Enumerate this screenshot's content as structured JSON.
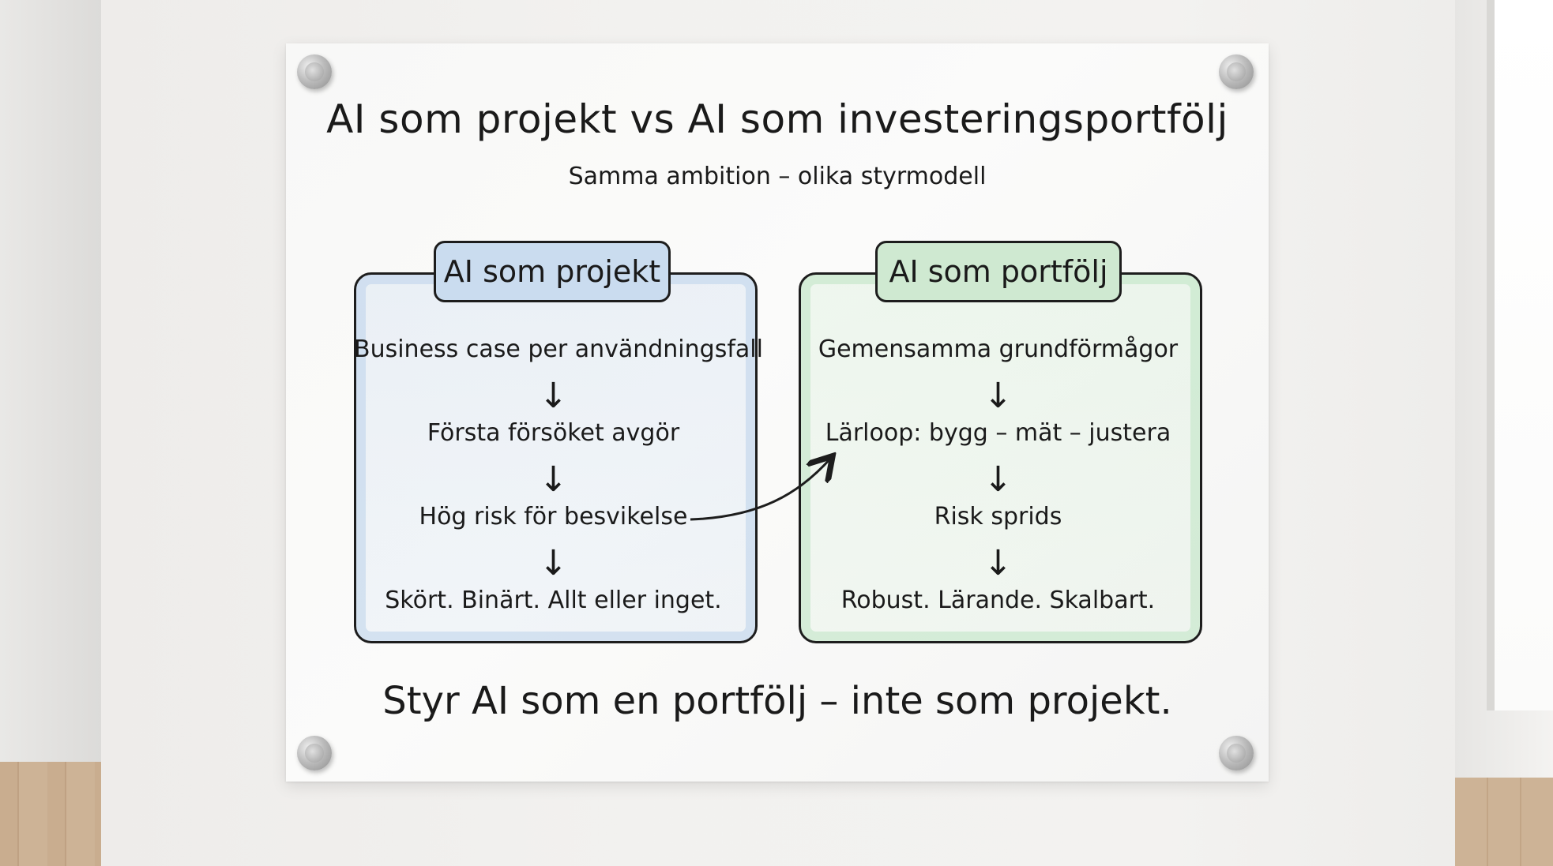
{
  "title": "AI som projekt vs AI som investeringsportfölj",
  "subtitle": "Samma ambition – olika styrmodell",
  "left_panel": {
    "heading": "AI som projekt",
    "color": "#cadcef",
    "steps": [
      "Business case per användningsfall",
      "Första försöket avgör",
      "Hög risk för besvikelse",
      "Skört. Binärt. Allt eller inget."
    ]
  },
  "right_panel": {
    "heading": "AI som portfölj",
    "color": "#cfe9d1",
    "steps": [
      "Gemensamma grundförmågor",
      "Lärloop: bygg – mät – justera",
      "Risk sprids",
      "Robust. Lärande. Skalbart."
    ]
  },
  "footer": "Styr AI som en portfölj – inte som projekt."
}
